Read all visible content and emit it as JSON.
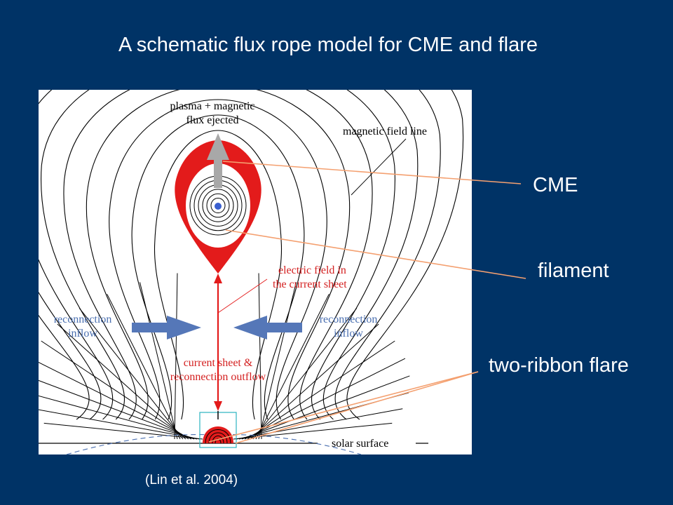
{
  "slide": {
    "title": "A schematic flux rope model for CME and flare",
    "citation": "(Lin et al. 2004)"
  },
  "figure": {
    "labels": {
      "ejected_line1": "plasma + magnetic",
      "ejected_line2": "flux ejected",
      "field_line": "magnetic field line",
      "efield_line1": "electric field  in",
      "efield_line2": "the current sheet",
      "inflow_left_line1": "reconnection",
      "inflow_left_line2": "inflow",
      "inflow_right_line1": "reconnection",
      "inflow_right_line2": "inflow",
      "outflow_line1": "current sheet &",
      "outflow_line2": "reconnection outflow",
      "surface": "solar surface"
    }
  },
  "callouts": {
    "cme": "CME",
    "filament": "filament",
    "flare": "two-ribbon flare"
  },
  "colors": {
    "background": "#003366",
    "flux_rope": "#e31b1b",
    "label_red": "#d42020",
    "label_blue": "#4a6fb0",
    "inflow_arrow": "#5577b8",
    "leader_line": "#f4a070",
    "ejection_arrow": "#a8a8a8"
  }
}
